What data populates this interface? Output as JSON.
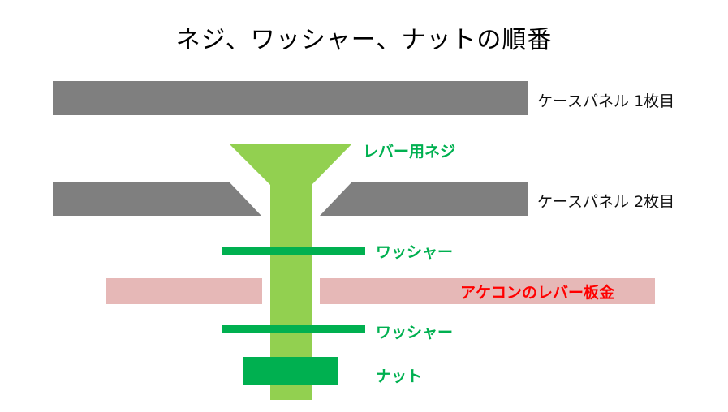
{
  "title": "ネジ、ワッシャー、ナットの順番",
  "labels": {
    "panel1": "ケースパネル 1枚目",
    "screw": "レバー用ネジ",
    "panel2": "ケースパネル 2枚目",
    "washer_top": "ワッシャー",
    "lever_plate": "アケコンのレバー板金",
    "washer_bottom": "ワッシャー",
    "nut": "ナット"
  },
  "colors": {
    "panel": "#7f7f7f",
    "screw": "#92d050",
    "washer": "#00b050",
    "nut": "#00b050",
    "lever_plate": "#e6b8b7",
    "label_green": "#00b050",
    "label_red": "#ff0000",
    "label_black": "#111111"
  }
}
